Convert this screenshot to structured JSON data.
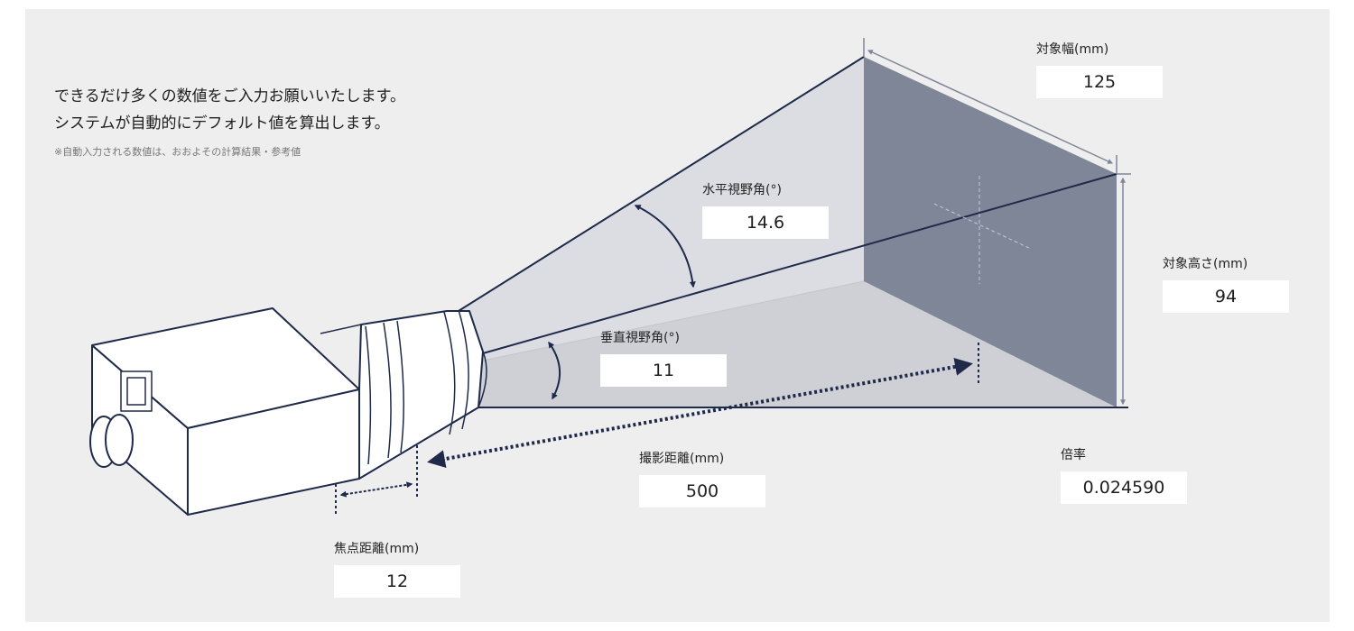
{
  "intro": {
    "line1": "できるだけ多くの数値をご入力お願いいたします。",
    "line2": "システムが自動的にデフォルト値を算出します。",
    "note": "※自動入力される数値は、おおよその計算結果・参考値"
  },
  "fields": {
    "target_width": {
      "label": "対象幅(mm)",
      "value": "125"
    },
    "horizontal_fov": {
      "label": "水平視野角(°)",
      "value": "14.6"
    },
    "target_height": {
      "label": "対象高さ(mm)",
      "value": "94"
    },
    "vertical_fov": {
      "label": "垂直視野角(°)",
      "value": "11"
    },
    "working_distance": {
      "label": "撮影距離(mm)",
      "value": "500"
    },
    "magnification": {
      "label": "倍率",
      "value": "0.024590"
    },
    "focal_length": {
      "label": "焦点距離(mm)",
      "value": "12"
    }
  },
  "colors": {
    "background": "#eeeeef",
    "frustum": "#d2d3d9",
    "target_plane": "#7f8697",
    "line": "#1f2a4a"
  }
}
